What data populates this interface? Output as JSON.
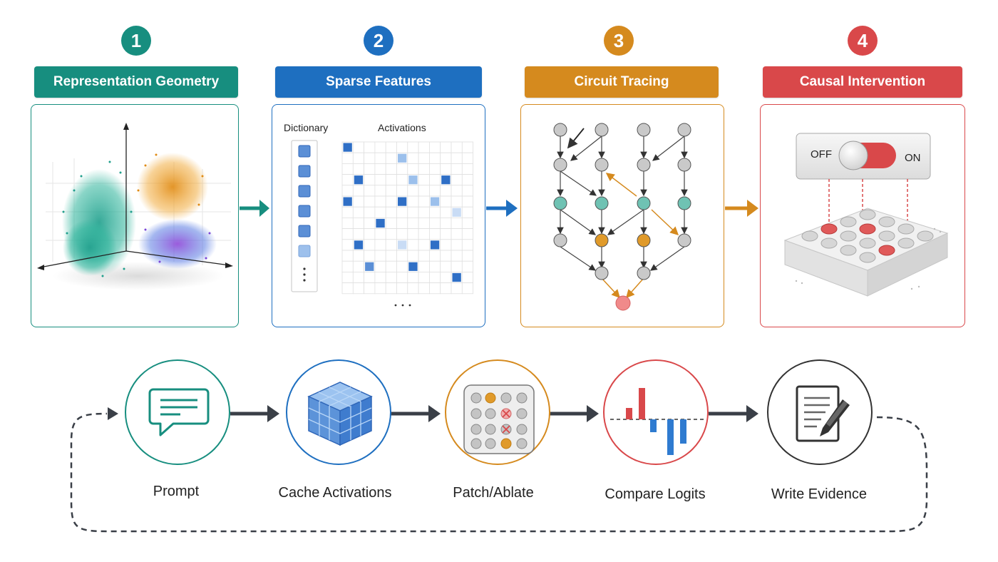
{
  "stages": [
    {
      "number": "1",
      "title": "Representation Geometry",
      "color": "#178e7f"
    },
    {
      "number": "2",
      "title": "Sparse Features",
      "color": "#1e6fc0"
    },
    {
      "number": "3",
      "title": "Circuit Tracing",
      "color": "#d58a1e"
    },
    {
      "number": "4",
      "title": "Causal Intervention",
      "color": "#d9484a"
    }
  ],
  "sparse_features": {
    "dictionary_label": "Dictionary",
    "activations_label": "Activations"
  },
  "switch": {
    "off_label": "OFF",
    "on_label": "ON"
  },
  "workflow": [
    {
      "label": "Prompt",
      "icon": "chat-bubble-icon",
      "color": "#178e7f"
    },
    {
      "label": "Cache Activations",
      "icon": "cube-icon",
      "color": "#1e6fc0"
    },
    {
      "label": "Patch/Ablate",
      "icon": "grid-patch-icon",
      "color": "#d58a1e"
    },
    {
      "label": "Compare Logits",
      "icon": "bar-chart-icon",
      "color": "#d9484a"
    },
    {
      "label": "Write Evidence",
      "icon": "document-pen-icon",
      "color": "#333333"
    }
  ]
}
